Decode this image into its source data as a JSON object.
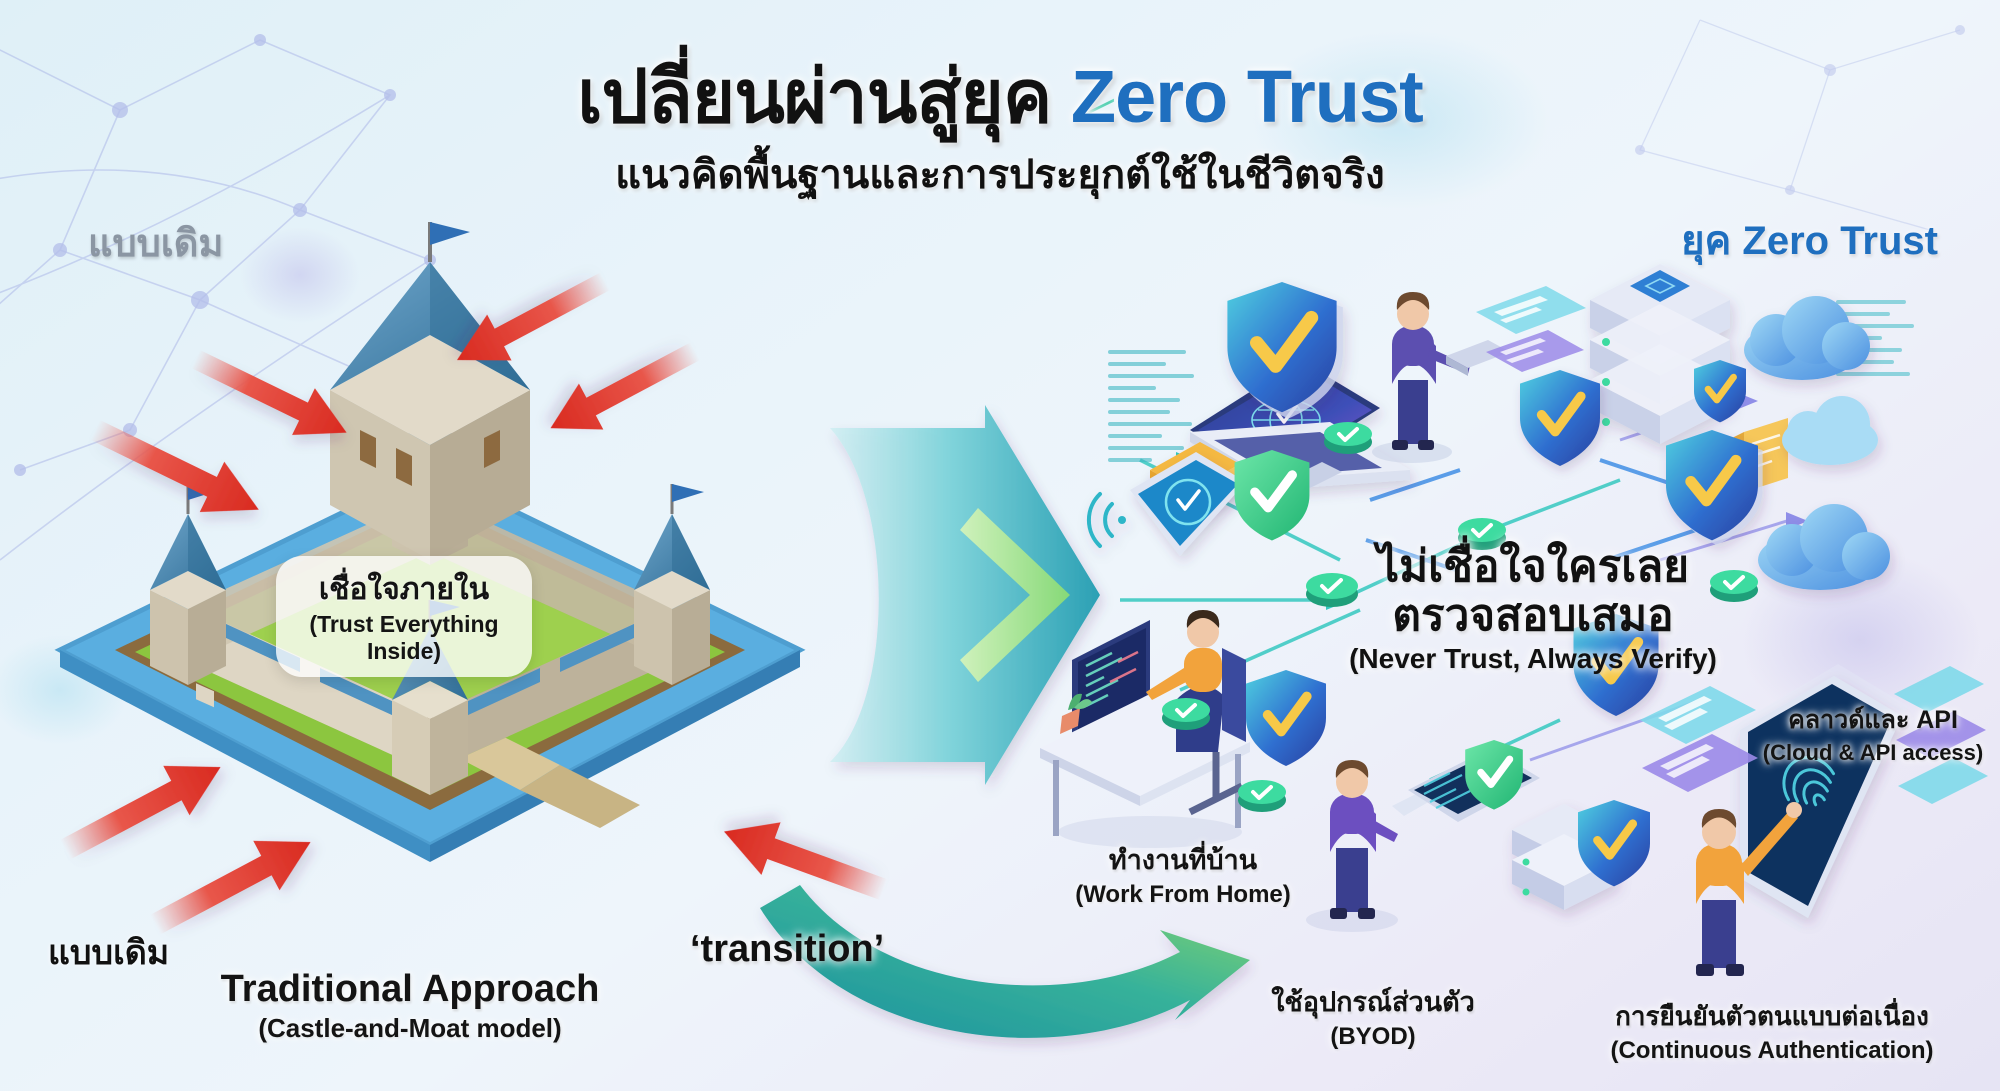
{
  "header": {
    "title_th": "เปลี่ยนผ่านสู่ยุค ",
    "title_accent": "Zero Trust",
    "subtitle": "แนวคิดพื้นฐานและการประยุกต์ใช้ในชีวิตจริง"
  },
  "sections": {
    "left_label": "แบบเดิม",
    "right_label": "ยุค Zero Trust",
    "left_label_bottom": "แบบเดิม"
  },
  "castle": {
    "badge_th": "เชื่อใจภายใน",
    "badge_en": "(Trust Everything Inside)",
    "caption_th": "Traditional Approach",
    "caption_en": "(Castle-and-Moat model)"
  },
  "transition": {
    "label": "‘transition’"
  },
  "zero_trust": {
    "statement_line1": "ไม่เชื่อใจใครเลย",
    "statement_line2": "ตรวจสอบเสมอ",
    "statement_en": "(Never Trust, Always Verify)",
    "items": [
      {
        "th": "ทำงานที่บ้าน",
        "en": "(Work From Home)"
      },
      {
        "th": "ใช้อุปกรณ์ส่วนตัว",
        "en": "(BYOD)"
      },
      {
        "th": "คลาวด์และ API",
        "en": "(Cloud & API access)"
      },
      {
        "th": "การยืนยันตัวตนแบบต่อเนื่อง",
        "en": "(Continuous Authentication)"
      }
    ]
  },
  "colors": {
    "accent_blue": "#1f6fbf",
    "attack_red": "#e03a2f",
    "transition_teal": "#2aa6b3",
    "transition_green": "#7ac943",
    "verify_green": "#2ecc8f",
    "shield_blue": "#2f6fd0",
    "muted_gray": "#8b96a3",
    "background": "#e8f3fa"
  }
}
